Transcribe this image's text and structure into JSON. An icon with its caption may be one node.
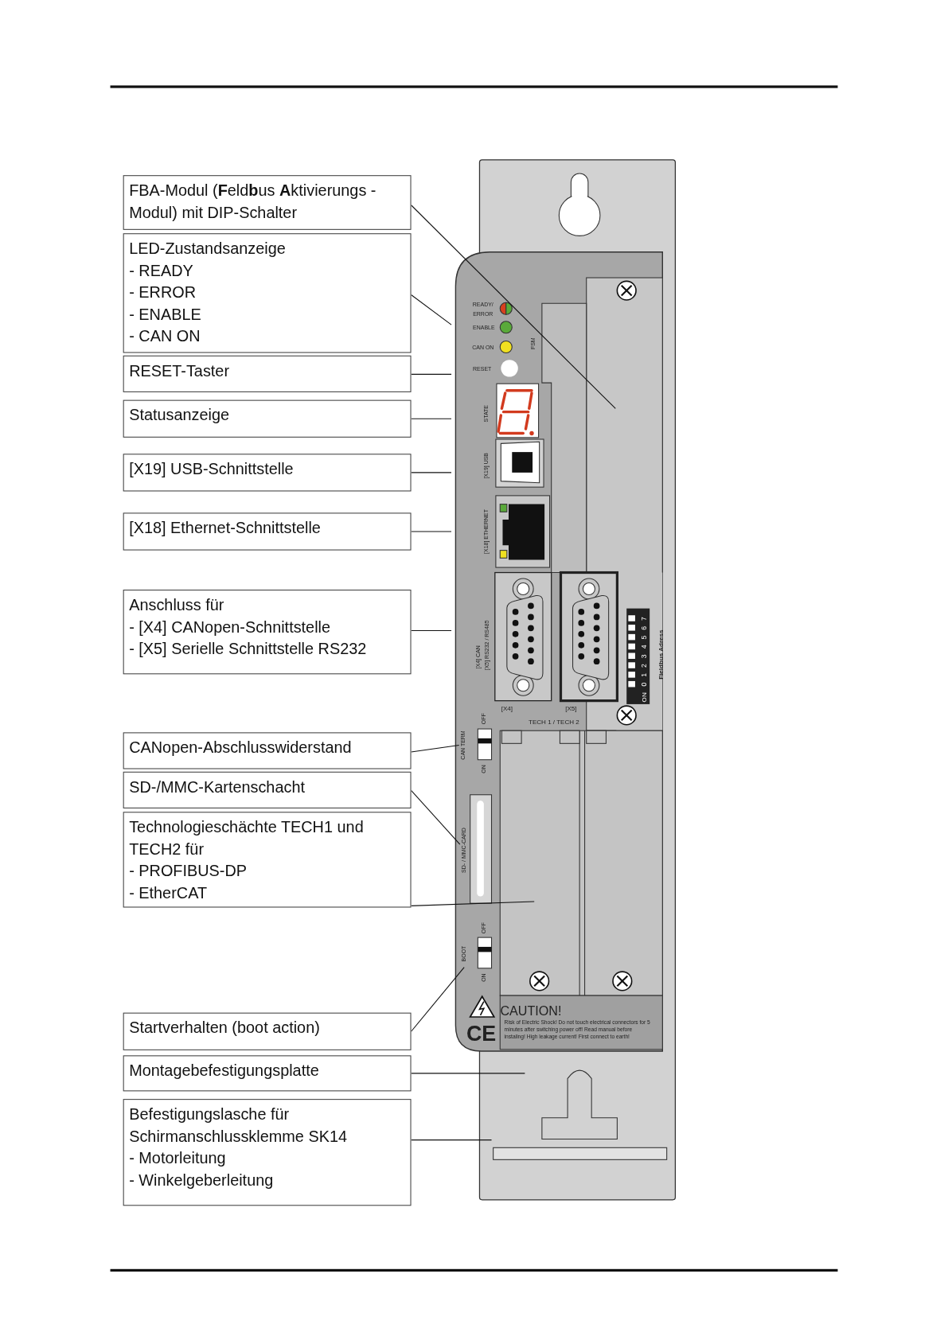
{
  "diagram": {
    "nodes": [
      {
        "text": [
          "FBA-Modul (**F**eld**b**us **A**ktivierungs - Modul) mit DIP-Schalter"
        ]
      },
      {
        "text": [
          "LED-Zustandsanzeige",
          "- READY",
          "- ERROR",
          "- ENABLE",
          "- CAN ON"
        ]
      },
      {
        "text": [
          "RESET-Taster"
        ]
      },
      {
        "text": [
          "Statusanzeige"
        ]
      },
      {
        "text": [
          "[X19] USB-Schnittstelle"
        ]
      },
      {
        "text": [
          "[X18] Ethernet-Schnittstelle"
        ]
      },
      {
        "text": [
          "Anschluss für",
          "- [X4] CANopen-Schnittstelle",
          "- [X5] Serielle Schnittstelle RS232"
        ]
      },
      {
        "text": [
          "CANopen-Abschlusswiderstand"
        ]
      },
      {
        "text": [
          "SD-/MMC-Kartenschacht"
        ]
      },
      {
        "text": [
          "Technologieschächte TECH1 und TECH2 für",
          "- PROFIBUS-DP",
          "- EtherCAT"
        ]
      },
      {
        "text": [
          "Startverhalten (boot action)"
        ]
      },
      {
        "text": [
          "Montagebefestigungsplatte"
        ]
      },
      {
        "text": [
          "Befestigungslasche für Schirmanschlussklemme SK14",
          "- Motorleitung",
          "- Winkelgeberleitung"
        ]
      },
      {
        "text": [
          "CAN TERM"
        ]
      },
      {
        "text": [
          "SD- / MMC-CARD"
        ]
      },
      {
        "text": [
          "BOOT"
        ]
      }
    ],
    "edges": [
      {
        "from": 0,
        "to": null,
        "arrow": "none"
      },
      {
        "from": 1,
        "to": null,
        "arrow": "none"
      },
      {
        "from": 2,
        "to": null,
        "arrow": "none"
      },
      {
        "from": 3,
        "to": null,
        "arrow": "none"
      },
      {
        "from": 4,
        "to": null,
        "arrow": "none"
      },
      {
        "from": 5,
        "to": null,
        "arrow": "none"
      },
      {
        "from": 6,
        "to": null,
        "arrow": "none"
      },
      {
        "from": 7,
        "to": 13,
        "arrow": "none"
      },
      {
        "from": 8,
        "to": 14,
        "arrow": "none"
      },
      {
        "from": 9,
        "to": null,
        "arrow": "none"
      },
      {
        "from": 10,
        "to": 15,
        "arrow": "none"
      },
      {
        "from": 11,
        "to": null,
        "arrow": "none"
      },
      {
        "from": 12,
        "to": null,
        "arrow": "none"
      }
    ],
    "labels": [
      "READY/",
      "ERROR",
      "ENABLE",
      "FSM",
      "CAN ON",
      "RESET",
      "STATE",
      "[X19] USB",
      "[X18] ETHERNET",
      "[X4] CAN",
      "[X5] RS232 / RS485",
      "7",
      "6",
      "5",
      "4",
      "3",
      "2",
      "1",
      "0",
      "ON",
      "Fieldbus Adress",
      "[X4]",
      "[X5]",
      "OFF",
      "TECH 1 / TECH 2",
      "ON",
      "OFF",
      "ON",
      "CAUTION!",
      "Risk of Electric Shock! Do not touch electrical connectors for 5 minutes after switching power off! Read manual before instaling! High leakage current! First connect to earth!",
      "CE"
    ]
  }
}
